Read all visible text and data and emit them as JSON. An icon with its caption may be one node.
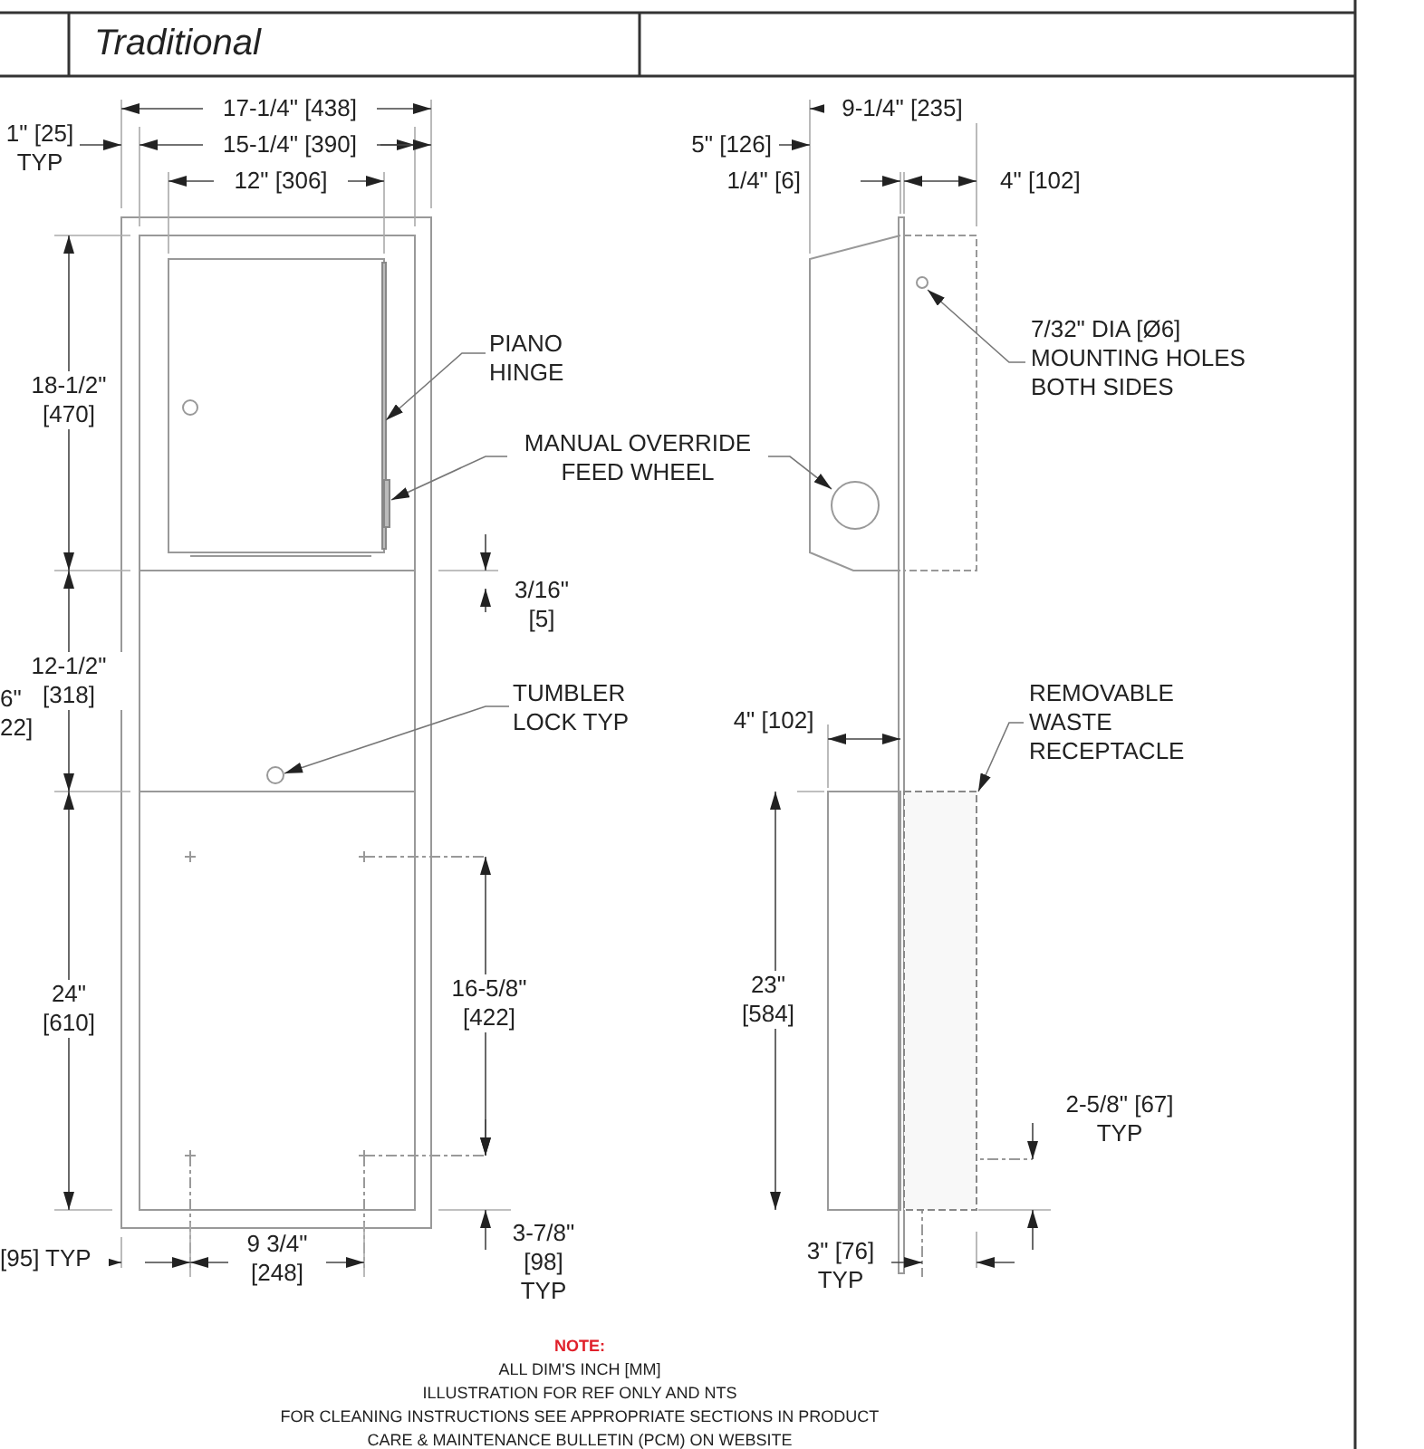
{
  "diagram": {
    "title": "Traditional",
    "nodes": [
      {
        "text": [
          "PIANO HINGE"
        ]
      },
      {
        "text": [],
        "shape": "bar"
      },
      {
        "text": [
          "MANUAL OVERRIDE FEED WHEEL"
        ]
      },
      {
        "text": [],
        "shape": "bar"
      },
      {
        "text": [],
        "shape": "circle"
      },
      {
        "text": [
          "TUMBLER LOCK TYP"
        ]
      },
      {
        "text": [],
        "shape": "circle"
      },
      {
        "text": [
          "7/32\" DIA [Ø6] MOUNTING HOLES BOTH SIDES"
        ]
      },
      {
        "text": [],
        "shape": "circle"
      },
      {
        "text": [
          "REMOVABLE WASTE RECEPTACLE"
        ]
      },
      {
        "text": [],
        "shape": "box"
      }
    ],
    "edges": [
      {
        "from": 0,
        "to": 1,
        "arrow": "to"
      },
      {
        "from": 2,
        "to": 3,
        "arrow": "to"
      },
      {
        "from": 2,
        "to": 4,
        "arrow": "to"
      },
      {
        "from": 5,
        "to": 6,
        "arrow": "to"
      },
      {
        "from": 7,
        "to": 8,
        "arrow": "to"
      },
      {
        "from": 9,
        "to": 10,
        "arrow": "to"
      }
    ],
    "labels": [
      "1\" [25] TYP",
      "17-1/4\" [438]",
      "15-1/4\" [390]",
      "12\" [306]",
      "9-1/4\" [235]",
      "5\" [126]",
      "1/4\" [6]",
      "4\" [102]",
      "18-1/2\" [470]",
      "3/16\" [5]",
      "12-1/2\" [318]",
      "6\" 22]",
      "4\" [102]",
      "24\" [610]",
      "16-5/8\" [422]",
      "23\" [584]",
      "2-5/8\" [67] TYP",
      "[95] TYP",
      "9 3/4\" [248]",
      "3-7/8\" [98] TYP",
      "3\" [76] TYP",
      "NOTE:",
      "ALL DIM'S INCH [MM]",
      "ILLUSTRATION FOR REF ONLY AND NTS",
      "FOR CLEANING INSTRUCTIONS SEE APPROPRIATE SECTIONS IN PRODUCT CARE & MAINTENANCE BULLETIN (PCM) ON WEBSITE"
    ]
  }
}
